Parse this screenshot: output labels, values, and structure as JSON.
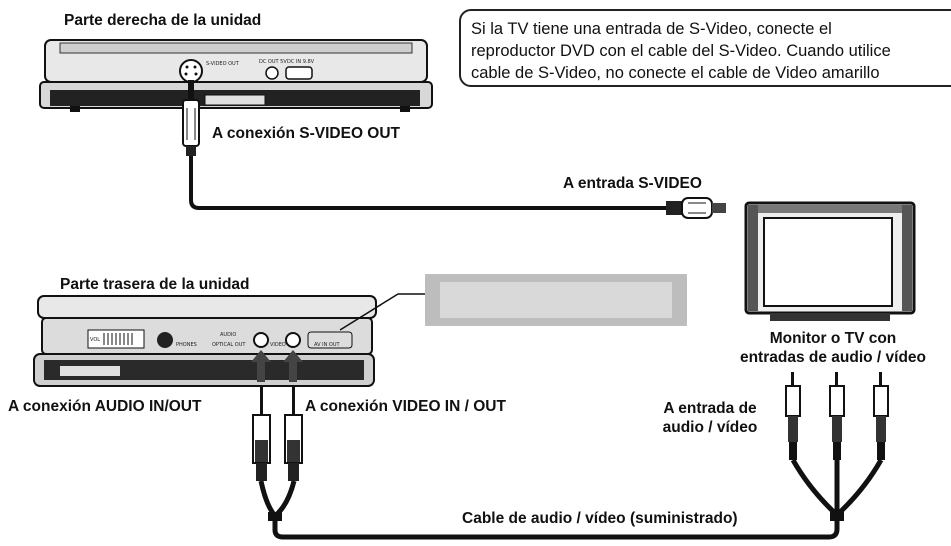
{
  "labels": {
    "right_side": "Parte derecha de la unidad",
    "svideo_out": "A conexión S-VIDEO OUT",
    "svideo_in": "A entrada S-VIDEO",
    "rear_side": "Parte trasera de la unidad",
    "monitor_line1": "Monitor o TV con",
    "monitor_line2": "entradas de audio / vídeo",
    "audio_conn": "A conexión AUDIO IN/OUT",
    "video_conn": "A conexión VIDEO IN / OUT",
    "av_input_line1": "A entrada de",
    "av_input_line2": "audio / vídeo",
    "cable": "Cable de audio / vídeo (suministrado)"
  },
  "note": {
    "line1": "Si la TV tiene una entrada de S-Video, conecte el",
    "line2": "reproductor DVD con el cable del S-Video. Cuando utilice",
    "line3": "cable de S-Video, no conecte el cable de Video amarillo"
  },
  "panel_text": {
    "svideo": "S-VIDEO OUT",
    "dc_out": "DC OUT 5V",
    "dc_in": "DC IN 9.8V",
    "vol": "VOL",
    "phones": "PHONES",
    "audio": "AUDIO",
    "optical": "OPTICAL OUT",
    "video": "VIDEO",
    "av": "AV IN OUT"
  }
}
